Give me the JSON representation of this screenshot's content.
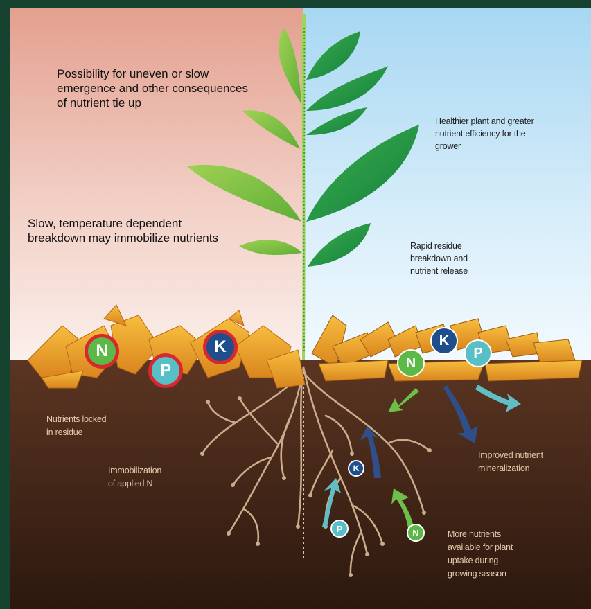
{
  "labels": {
    "uneven_emergence": [
      "Possibility for uneven or slow",
      "emergence and other consequences",
      "of nutrient tie up"
    ],
    "slow_breakdown": [
      "Slow, temperature dependent",
      "breakdown may immobilize nutrients"
    ],
    "healthier_plant": [
      "Healthier plant and greater",
      "nutrient efficiency for the",
      "grower"
    ],
    "rapid_breakdown": [
      "Rapid residue",
      "breakdown and",
      "nutrient release"
    ],
    "nutrients_locked": [
      "Nutrients locked",
      "in residue"
    ],
    "immobilization": [
      "Immobilization",
      "of applied N"
    ],
    "improved_mineralization": [
      "Improved nutrient",
      "mineralization"
    ],
    "more_nutrients": [
      "More nutrients",
      "available for plant",
      "uptake during",
      "growing season"
    ]
  },
  "nutrients": {
    "nitrogen": "N",
    "phosphorus": "P",
    "potassium": "K"
  },
  "colors": {
    "left_bg_top": "#e8a898",
    "right_bg_top": "#a9d8f2",
    "soil_top": "#5a3421",
    "soil_bottom": "#2e1a10",
    "frame": "#15432f",
    "leaf_light": "#7ec242",
    "leaf_dark": "#1f9b48",
    "residue": "#f0a628",
    "root": "#c9ad8c",
    "nitrogen": "#5cb947",
    "phosphorus": "#58bfc7",
    "potassium": "#1e4f8c",
    "locked_ring": "#d7282f",
    "soil_text": "#e3c9ad"
  }
}
